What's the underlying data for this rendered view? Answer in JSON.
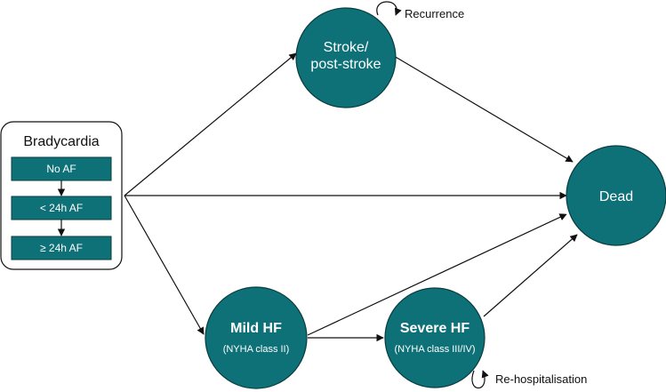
{
  "colors": {
    "node_fill": "#0e7178",
    "node_stroke": "#0a3d40",
    "edge": "#111111",
    "text": "#ffffff"
  },
  "bradycardia": {
    "title": "Bradycardia",
    "states": [
      "No AF",
      "< 24h AF",
      "≥ 24h AF"
    ]
  },
  "nodes": {
    "stroke": {
      "line1": "Stroke/",
      "line2": "post-stroke"
    },
    "dead": {
      "label": "Dead"
    },
    "mild": {
      "label": "Mild HF",
      "sub": "(NYHA class II)"
    },
    "severe": {
      "label": "Severe HF",
      "sub": "(NYHA class III/IV)"
    }
  },
  "self_loops": {
    "recurrence": "Recurrence",
    "rehospitalisation": "Re-hospitalisation"
  }
}
